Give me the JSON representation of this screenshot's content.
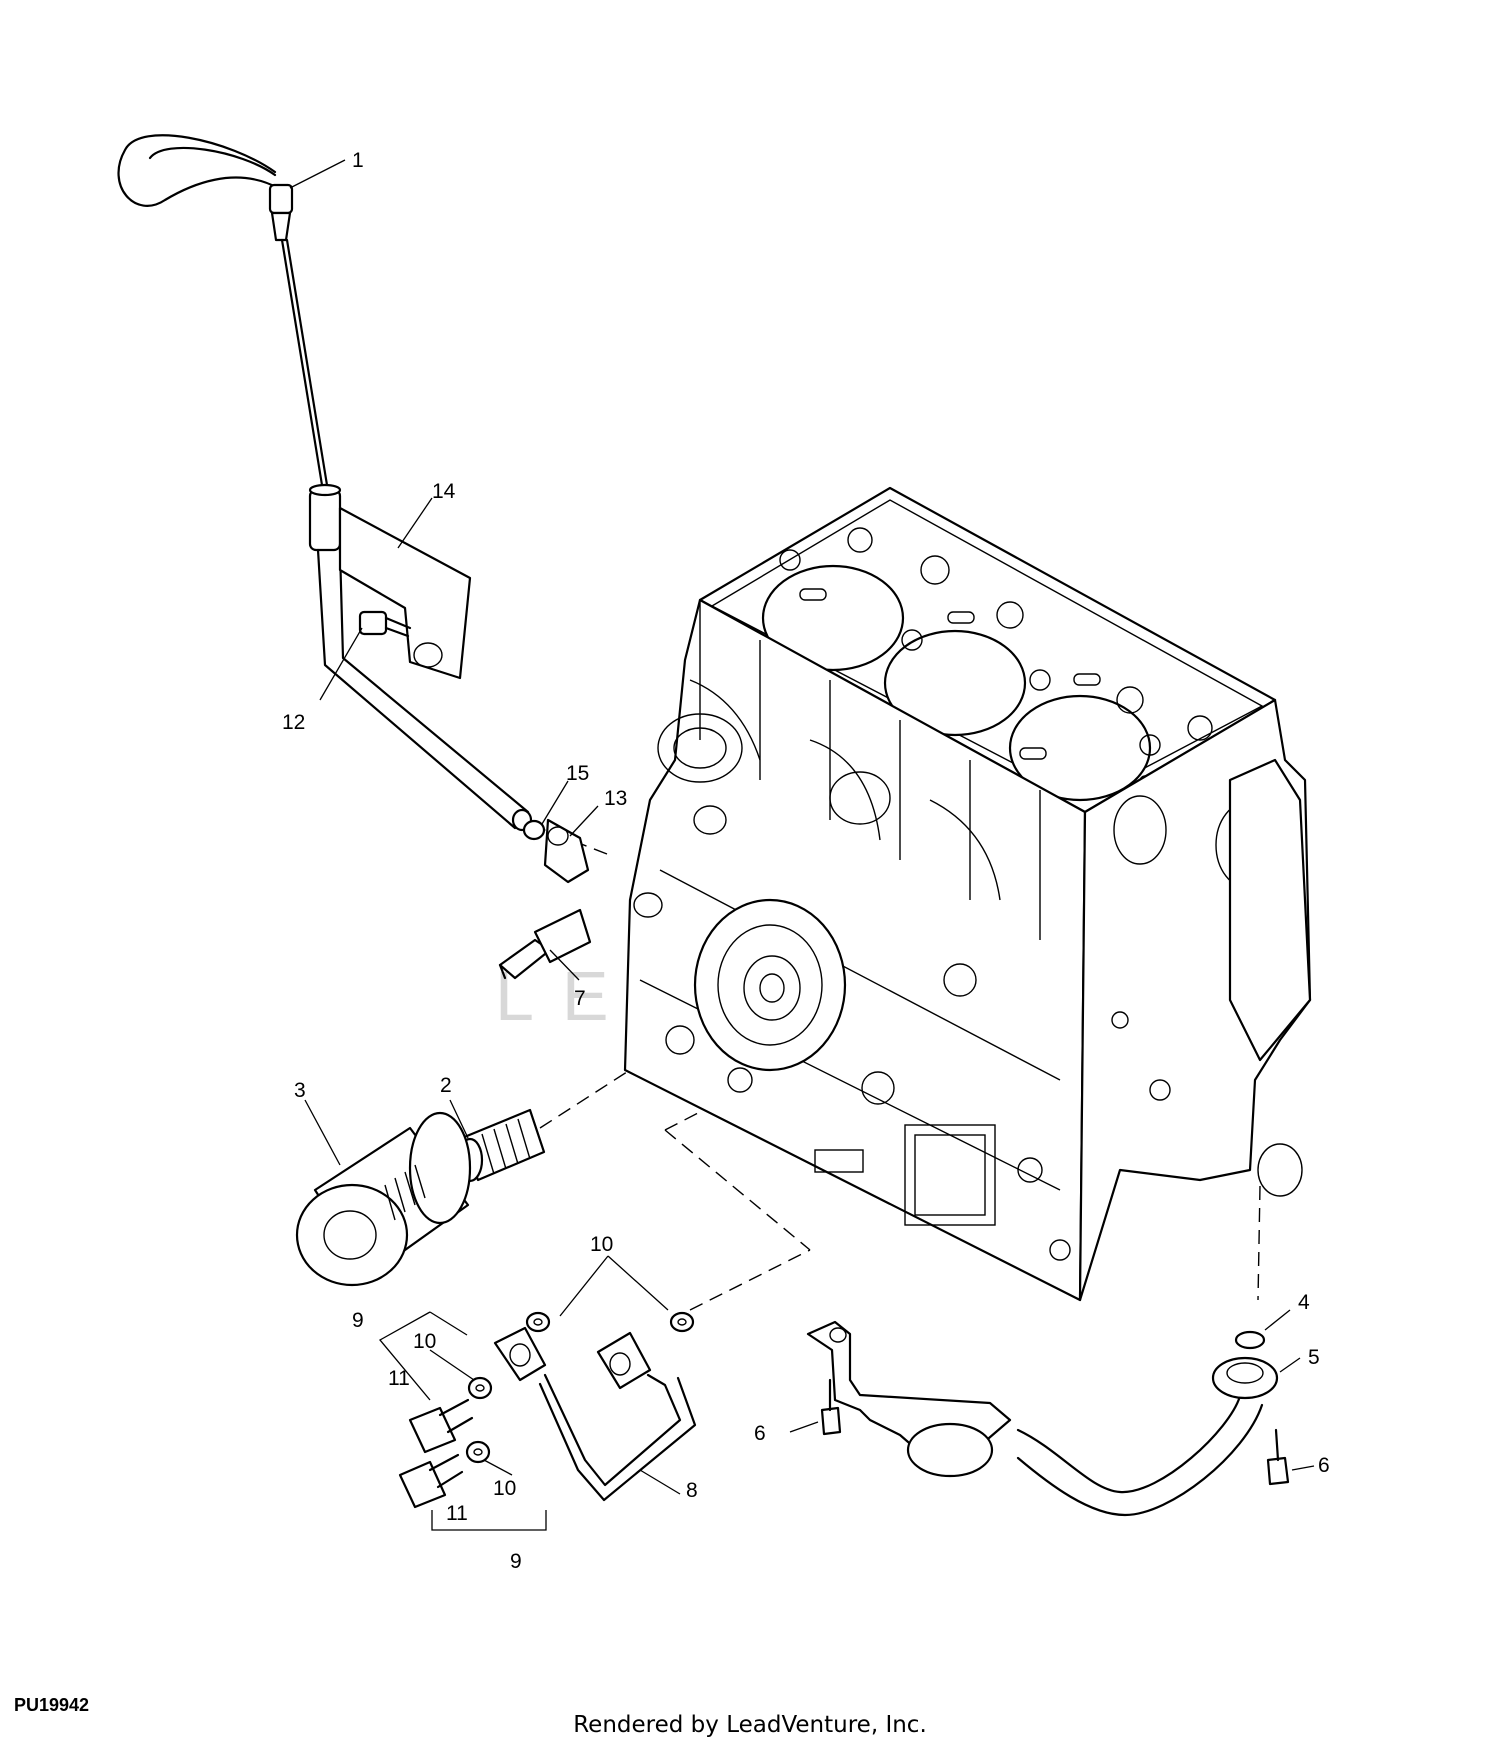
{
  "diagram_id": "PU19942",
  "footer_credit": "Rendered by LeadVenture, Inc.",
  "watermark": "LEADVENTURE",
  "callouts": {
    "c1": "1",
    "c2": "2",
    "c3": "3",
    "c4": "4",
    "c5": "5",
    "c6a": "6",
    "c6b": "6",
    "c7": "7",
    "c8": "8",
    "c9a": "9",
    "c9b": "9",
    "c10a": "10",
    "c10b": "10",
    "c10c": "10",
    "c11a": "11",
    "c11b": "11",
    "c12": "12",
    "c13": "13",
    "c14": "14",
    "c15": "15"
  }
}
